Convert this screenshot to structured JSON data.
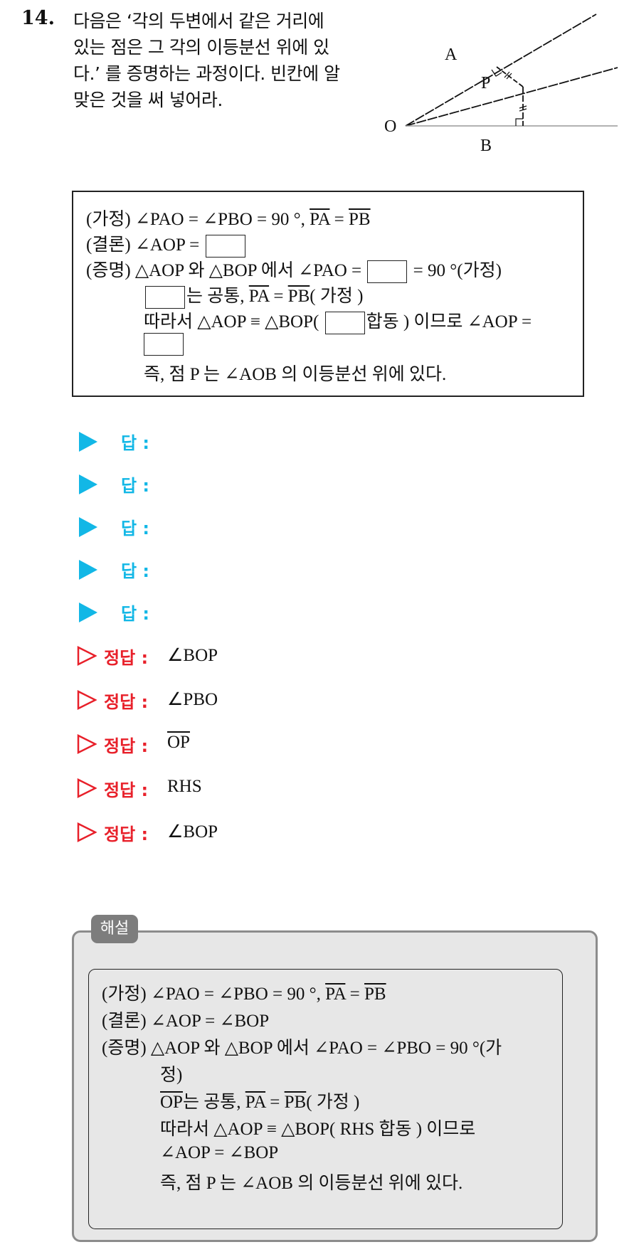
{
  "question": {
    "number": "14.",
    "stem_lines": [
      "다음은 ‘각의 두변에서 같은 거리에",
      "있는 점은 그 각의 이등분선 위에 있",
      "다.’ 를 증명하는 과정이다. 빈칸에 알",
      "맞은 것을 써 넣어라."
    ]
  },
  "figure": {
    "labels": {
      "A": "A",
      "P": "P",
      "O": "O",
      "B": "B"
    },
    "line_color": "#111111",
    "baseline_color": "#999999"
  },
  "proof": {
    "l1": {
      "lead": "(가정) ∠PAO = ∠PBO = 90 °, ",
      "s1": "PA",
      "eq": " = ",
      "s2": "PB"
    },
    "l2": {
      "lead": "(결론) ∠AOP = "
    },
    "l3": {
      "lead": "(증명) △AOP 와 △BOP 에서 ∠PAO = ",
      "tail": "= 90 °(가정)"
    },
    "l4": {
      "mid": "는 공통, ",
      "s1": "PA",
      "eq": " = ",
      "s2": "PB",
      "tail": "( 가정 )"
    },
    "l5": {
      "lead": "따라서 △AOP ≡ △BOP( ",
      "tail": "합동 ) 이므로 ∠AOP ="
    },
    "l7": {
      "text": "즉, 점 P 는 ∠AOB 의 이등분선 위에 있다."
    }
  },
  "answers": {
    "label": "답 :",
    "rows": [
      "",
      "",
      "",
      "",
      ""
    ],
    "color": "#12b7e6"
  },
  "correct": {
    "label": "정답 :",
    "color": "#e8202a",
    "items": [
      {
        "text": "∠BOP",
        "overline": false
      },
      {
        "text": "∠PBO",
        "overline": false
      },
      {
        "text": "OP",
        "overline": true
      },
      {
        "text": "RHS",
        "overline": false
      },
      {
        "text": "∠BOP",
        "overline": false
      }
    ]
  },
  "explanation": {
    "tag": "해설",
    "l1": {
      "lead": "(가정) ∠PAO = ∠PBO = 90 °, ",
      "s1": "PA",
      "eq": " = ",
      "s2": "PB"
    },
    "l2": "(결론) ∠AOP = ∠BOP",
    "l3": "(증명) △AOP 와 △BOP 에서 ∠PAO = ∠PBO = 90 °(가",
    "l4": "정)",
    "l5": {
      "s0": "OP",
      "mid": "는 공통, ",
      "s1": "PA",
      "eq": " = ",
      "s2": "PB",
      "tail": "( 가정 )"
    },
    "l6": "따라서 △AOP ≡ △BOP( RHS 합동 ) 이므로",
    "l7": "∠AOP = ∠BOP",
    "l8": "즉, 점 P 는 ∠AOB 의 이등분선 위에 있다."
  }
}
